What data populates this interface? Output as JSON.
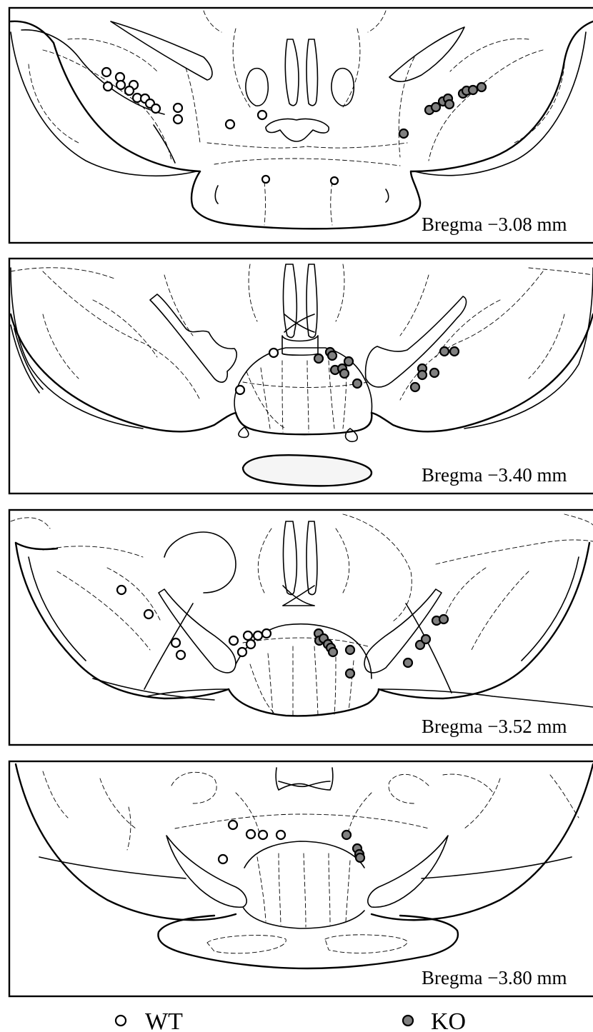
{
  "panels": [
    {
      "label": "Bregma −3.08 mm"
    },
    {
      "label": "Bregma −3.40 mm"
    },
    {
      "label": "Bregma −3.52 mm"
    },
    {
      "label": "Bregma −3.80 mm"
    }
  ],
  "legend": {
    "wt_label": "WT",
    "ko_label": "KO",
    "colors": {
      "wt_fill": "#ffffff",
      "ko_fill": "#808080",
      "stroke": "#000000"
    }
  }
}
